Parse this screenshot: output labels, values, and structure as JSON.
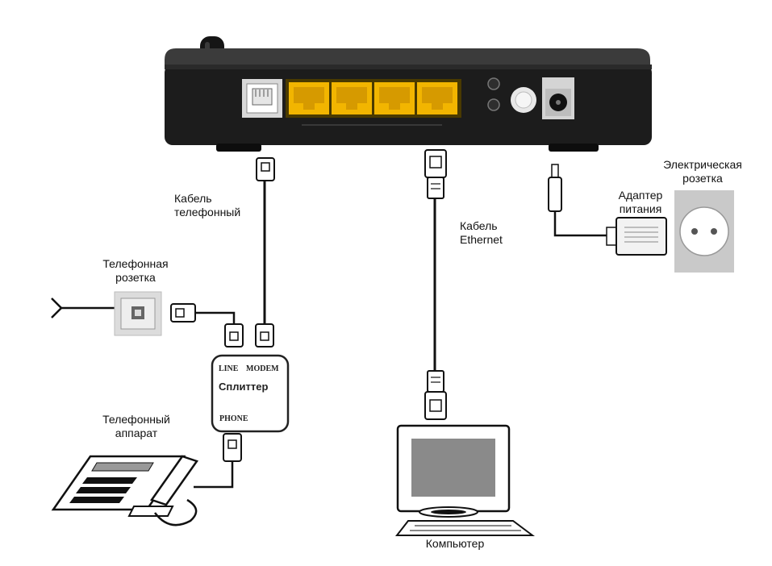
{
  "labels": {
    "phone_cable": [
      "Кабель",
      "телефонный"
    ],
    "phone_socket": [
      "Телефонная",
      "розетка"
    ],
    "telephone": [
      "Телефонный",
      "аппарат"
    ],
    "ethernet_cable": [
      "Кабель",
      "Ethernet"
    ],
    "computer": "Компьютер",
    "power_adapter": [
      "Адаптер",
      "питания"
    ],
    "power_outlet": [
      "Электрическая",
      "розетка"
    ]
  },
  "splitter": {
    "line": "LINE",
    "modem": "MODEM",
    "title": "Сплиттер",
    "phone": "PHONE"
  },
  "colors": {
    "router_body": "#1c1c1c",
    "lan_port": "#f2b500",
    "cable": "#111111",
    "outlet_plate": "#c9c9c9"
  }
}
